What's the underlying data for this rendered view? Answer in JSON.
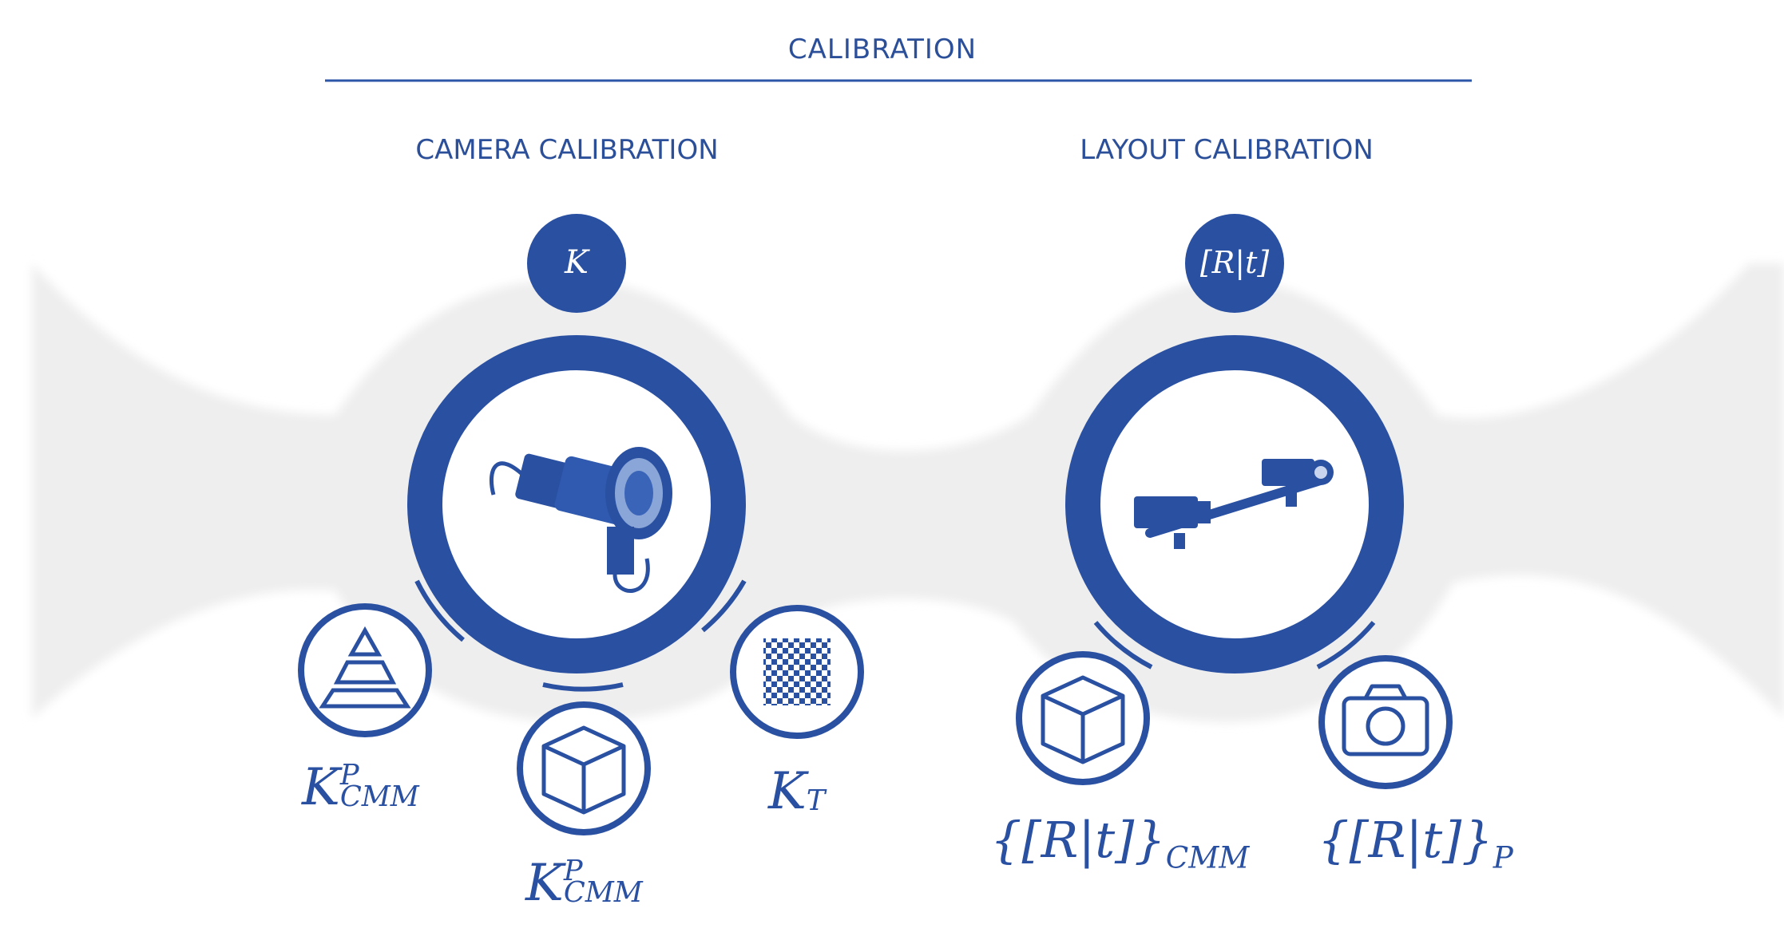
{
  "title": "CALIBRATION",
  "sections": [
    {
      "id": "camera",
      "heading": "CAMERA CALIBRATION",
      "badge": "K",
      "inputs": [
        {
          "icon": "pyramid-icon",
          "base": "K",
          "sup": "P",
          "sub": "CMM"
        },
        {
          "icon": "cube-icon",
          "base": "K",
          "sup": "P",
          "sub": "CMM"
        },
        {
          "icon": "checkerboard-icon",
          "base": "K",
          "sup": "",
          "sub": "T"
        }
      ]
    },
    {
      "id": "layout",
      "heading": "LAYOUT CALIBRATION",
      "badge": "[R|t]",
      "inputs": [
        {
          "icon": "cube-icon",
          "label": "{[R|t]}",
          "sub": "CMM"
        },
        {
          "icon": "camera-icon",
          "label": "{[R|t]}",
          "sub": "P"
        }
      ]
    }
  ],
  "colors": {
    "primary": "#2a50a2",
    "band": "#eeeeee",
    "heading": "#2c4f9a"
  }
}
